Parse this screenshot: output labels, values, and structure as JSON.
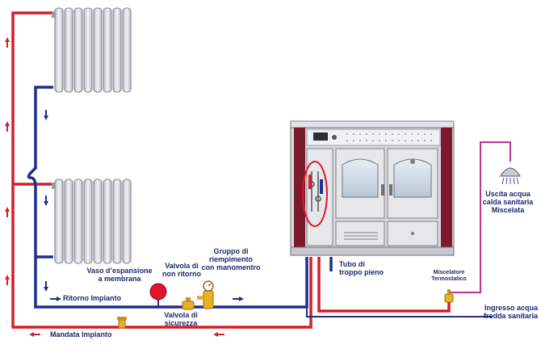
{
  "labels": {
    "vaso_line1": "Vaso d’espansione",
    "vaso_line2": "a membrana",
    "valvola_non_ritorno_line1": "Valvola di",
    "valvola_non_ritorno_line2": "non ritorno",
    "gruppo_line1": "Gruppo di",
    "gruppo_line2": "riempimento",
    "gruppo_line3": "con manomentro",
    "ritorno": "Ritorno Impianto",
    "valvola_sicurezza_line1": "Valvola di",
    "valvola_sicurezza_line2": "sicurezza",
    "mandata": "Mandata Impianto",
    "tubo_line1": "Tubo di",
    "tubo_line2": "troppo pieno",
    "miscelatore_line1": "Miscelatore",
    "miscelatore_line2": "Termostatico",
    "ingresso_line1": "Ingresso acqua",
    "ingresso_line2": "fredda sanitaria",
    "uscita_line1": "Uscita acqua",
    "uscita_line2": "calda sanitaria",
    "uscita_line3": "Miscelata"
  },
  "colors": {
    "supply_pipe": "#d21f2b",
    "return_pipe": "#1f2f8a",
    "sanitary_hot_pipe": "#c0309a",
    "stove_side": "#7a1a2c",
    "stove_body": "#d9dade",
    "label_text": "#1b2a6b",
    "expansion_vessel": "#e0142a",
    "valve_brass": "#e8b227"
  }
}
